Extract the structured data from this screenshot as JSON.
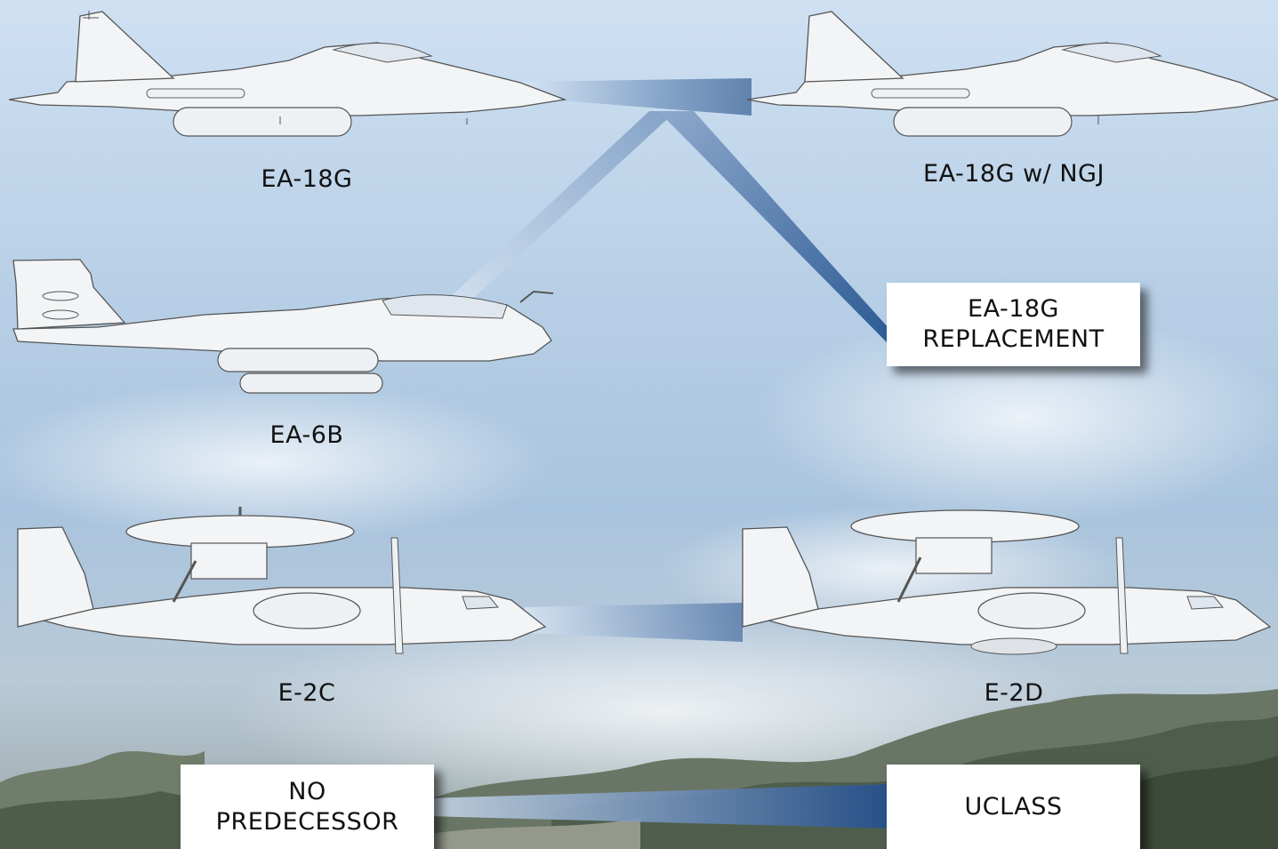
{
  "nodes": {
    "ea18g": {
      "label": "EA-18G"
    },
    "ea18g_ngj": {
      "label": "EA-18G w/ NGJ"
    },
    "ea6b": {
      "label": "EA-6B"
    },
    "ea18g_replacement": {
      "line1": "EA-18G",
      "line2": "REPLACEMENT"
    },
    "e2c": {
      "label": "E-2C"
    },
    "e2d": {
      "label": "E-2D"
    },
    "no_predecessor": {
      "line1": "NO",
      "line2": "PREDECESSOR"
    },
    "uclass": {
      "label": "UCLASS"
    }
  },
  "colors": {
    "connector_dark": "#2f5d95",
    "connector_light": "#c8dcef",
    "box_fill": "#ffffff",
    "aircraft_fill": "#f2f4f6"
  }
}
